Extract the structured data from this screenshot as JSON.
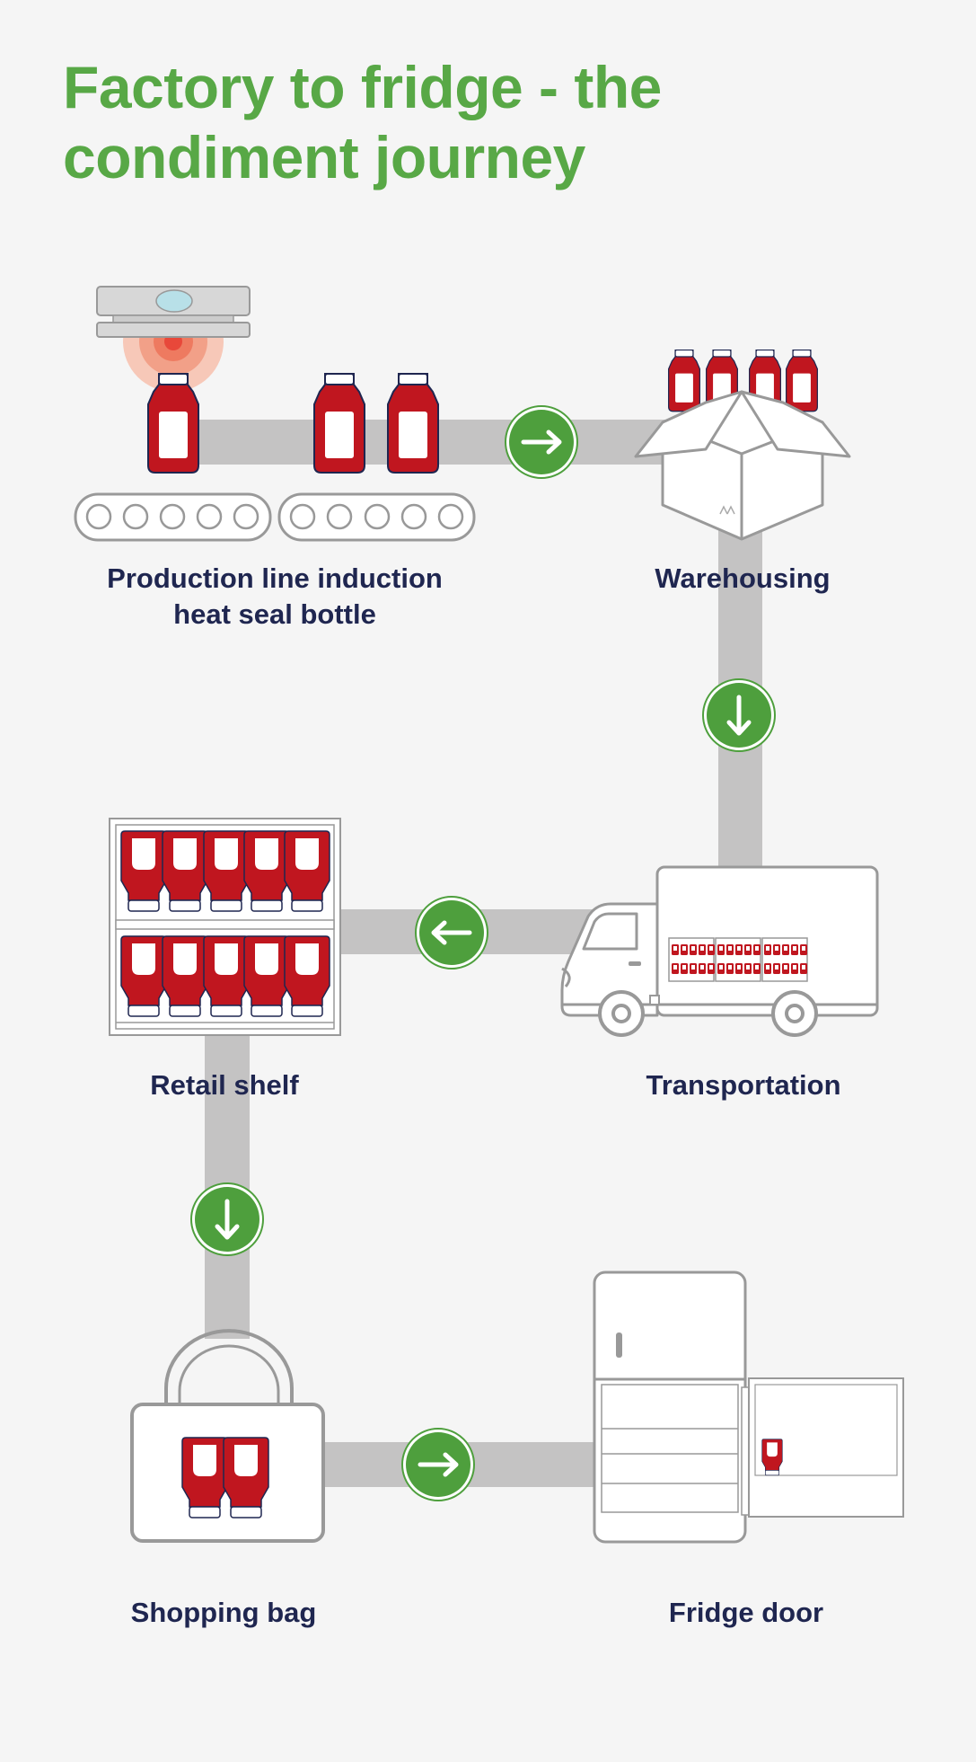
{
  "title": [
    "Factory to fridge - the",
    "condiment journey"
  ],
  "steps": [
    {
      "label": [
        "Production line induction",
        "heat seal bottle"
      ],
      "icon": "conveyor-sealer-icon"
    },
    {
      "label": [
        "Warehousing"
      ],
      "icon": "open-box-icon"
    },
    {
      "label": [
        "Transportation"
      ],
      "icon": "delivery-truck-icon"
    },
    {
      "label": [
        "Retail shelf"
      ],
      "icon": "retail-shelf-icon"
    },
    {
      "label": [
        "Shopping bag"
      ],
      "icon": "shopping-bag-icon"
    },
    {
      "label": [
        "Fridge door"
      ],
      "icon": "fridge-icon"
    }
  ],
  "arrows": [
    "arrow-right-icon",
    "arrow-down-icon",
    "arrow-left-icon",
    "arrow-down-icon",
    "arrow-right-icon"
  ],
  "colors": {
    "title": "#58a846",
    "label": "#1f2650",
    "bottle": "#c0161f",
    "arrow": "#4e9f3d",
    "path": "#c4c3c3",
    "outline": "#999999",
    "background": "#f5f5f5"
  }
}
